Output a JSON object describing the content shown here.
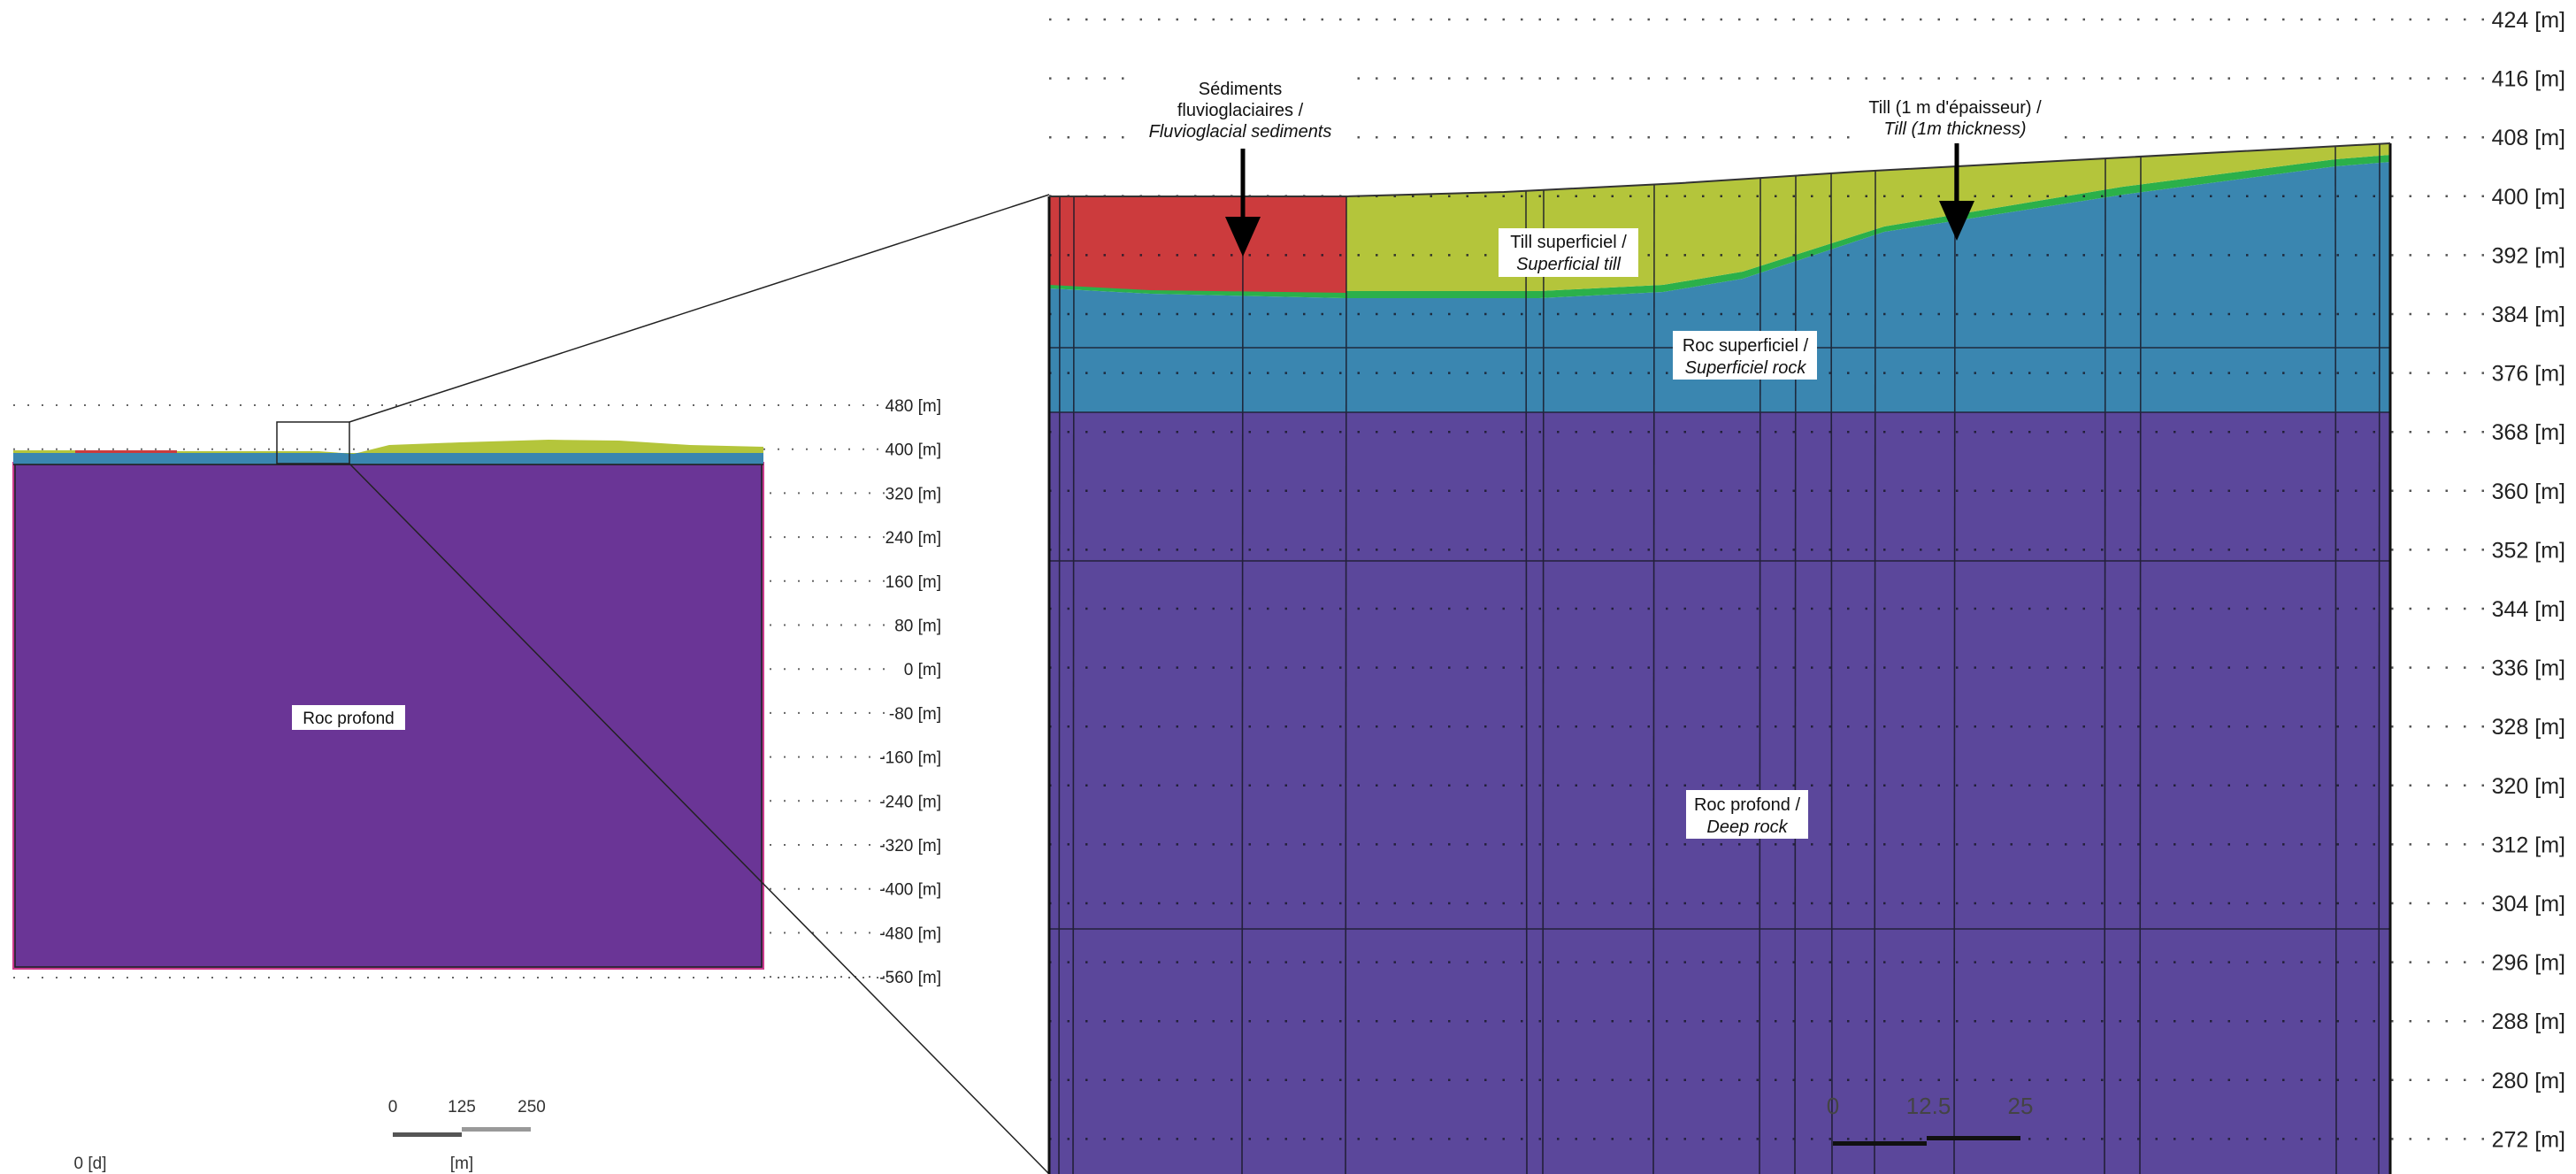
{
  "overview": {
    "axis_ticks": [
      "480 [m]",
      "400 [m]",
      "320 [m]",
      "240 [m]",
      "160 [m]",
      "80 [m]",
      "0 [m]",
      "-80 [m]",
      "-160 [m]",
      "-240 [m]",
      "-320 [m]",
      "-400 [m]",
      "-480 [m]",
      "-560 [m]"
    ],
    "deep_rock_label": "Roc profond",
    "scale_ticks": [
      "0",
      "125",
      "250"
    ],
    "scale_unit": "[m]",
    "time_label": "0 [d]"
  },
  "detail": {
    "axis_ticks": [
      "424 [m]",
      "416 [m]",
      "408 [m]",
      "400 [m]",
      "392 [m]",
      "384 [m]",
      "376 [m]",
      "368 [m]",
      "360 [m]",
      "352 [m]",
      "344 [m]",
      "336 [m]",
      "328 [m]",
      "320 [m]",
      "312 [m]",
      "304 [m]",
      "296 [m]",
      "288 [m]",
      "280 [m]",
      "272 [m]"
    ],
    "labels": {
      "fluvio_line1": "Sédiments",
      "fluvio_line2": "fluvioglaciaires /",
      "fluvio_line3": "Fluvioglacial sediments",
      "till_thin_line1": "Till (1 m d'épaisseur) /",
      "till_thin_line2": "Till (1m thickness)",
      "superficial_till_line1": "Till superficiel /",
      "superficial_till_line2": "Superficial till",
      "superficial_rock_line1": "Roc superficiel /",
      "superficial_rock_line2": "Superficiel rock",
      "deep_rock_line1": "Roc profond /",
      "deep_rock_line2": "Deep rock"
    },
    "scale_ticks": [
      "0",
      "12.5",
      "25"
    ]
  },
  "colors": {
    "deep_rock_overview": "#6a3596",
    "deep_rock_detail": "#5b479b",
    "superficial_rock": "#3a86b0",
    "superficial_till": "#b4c53b",
    "fluvioglacial": "#cc3b3d",
    "thin_till": "#2bb04a"
  }
}
